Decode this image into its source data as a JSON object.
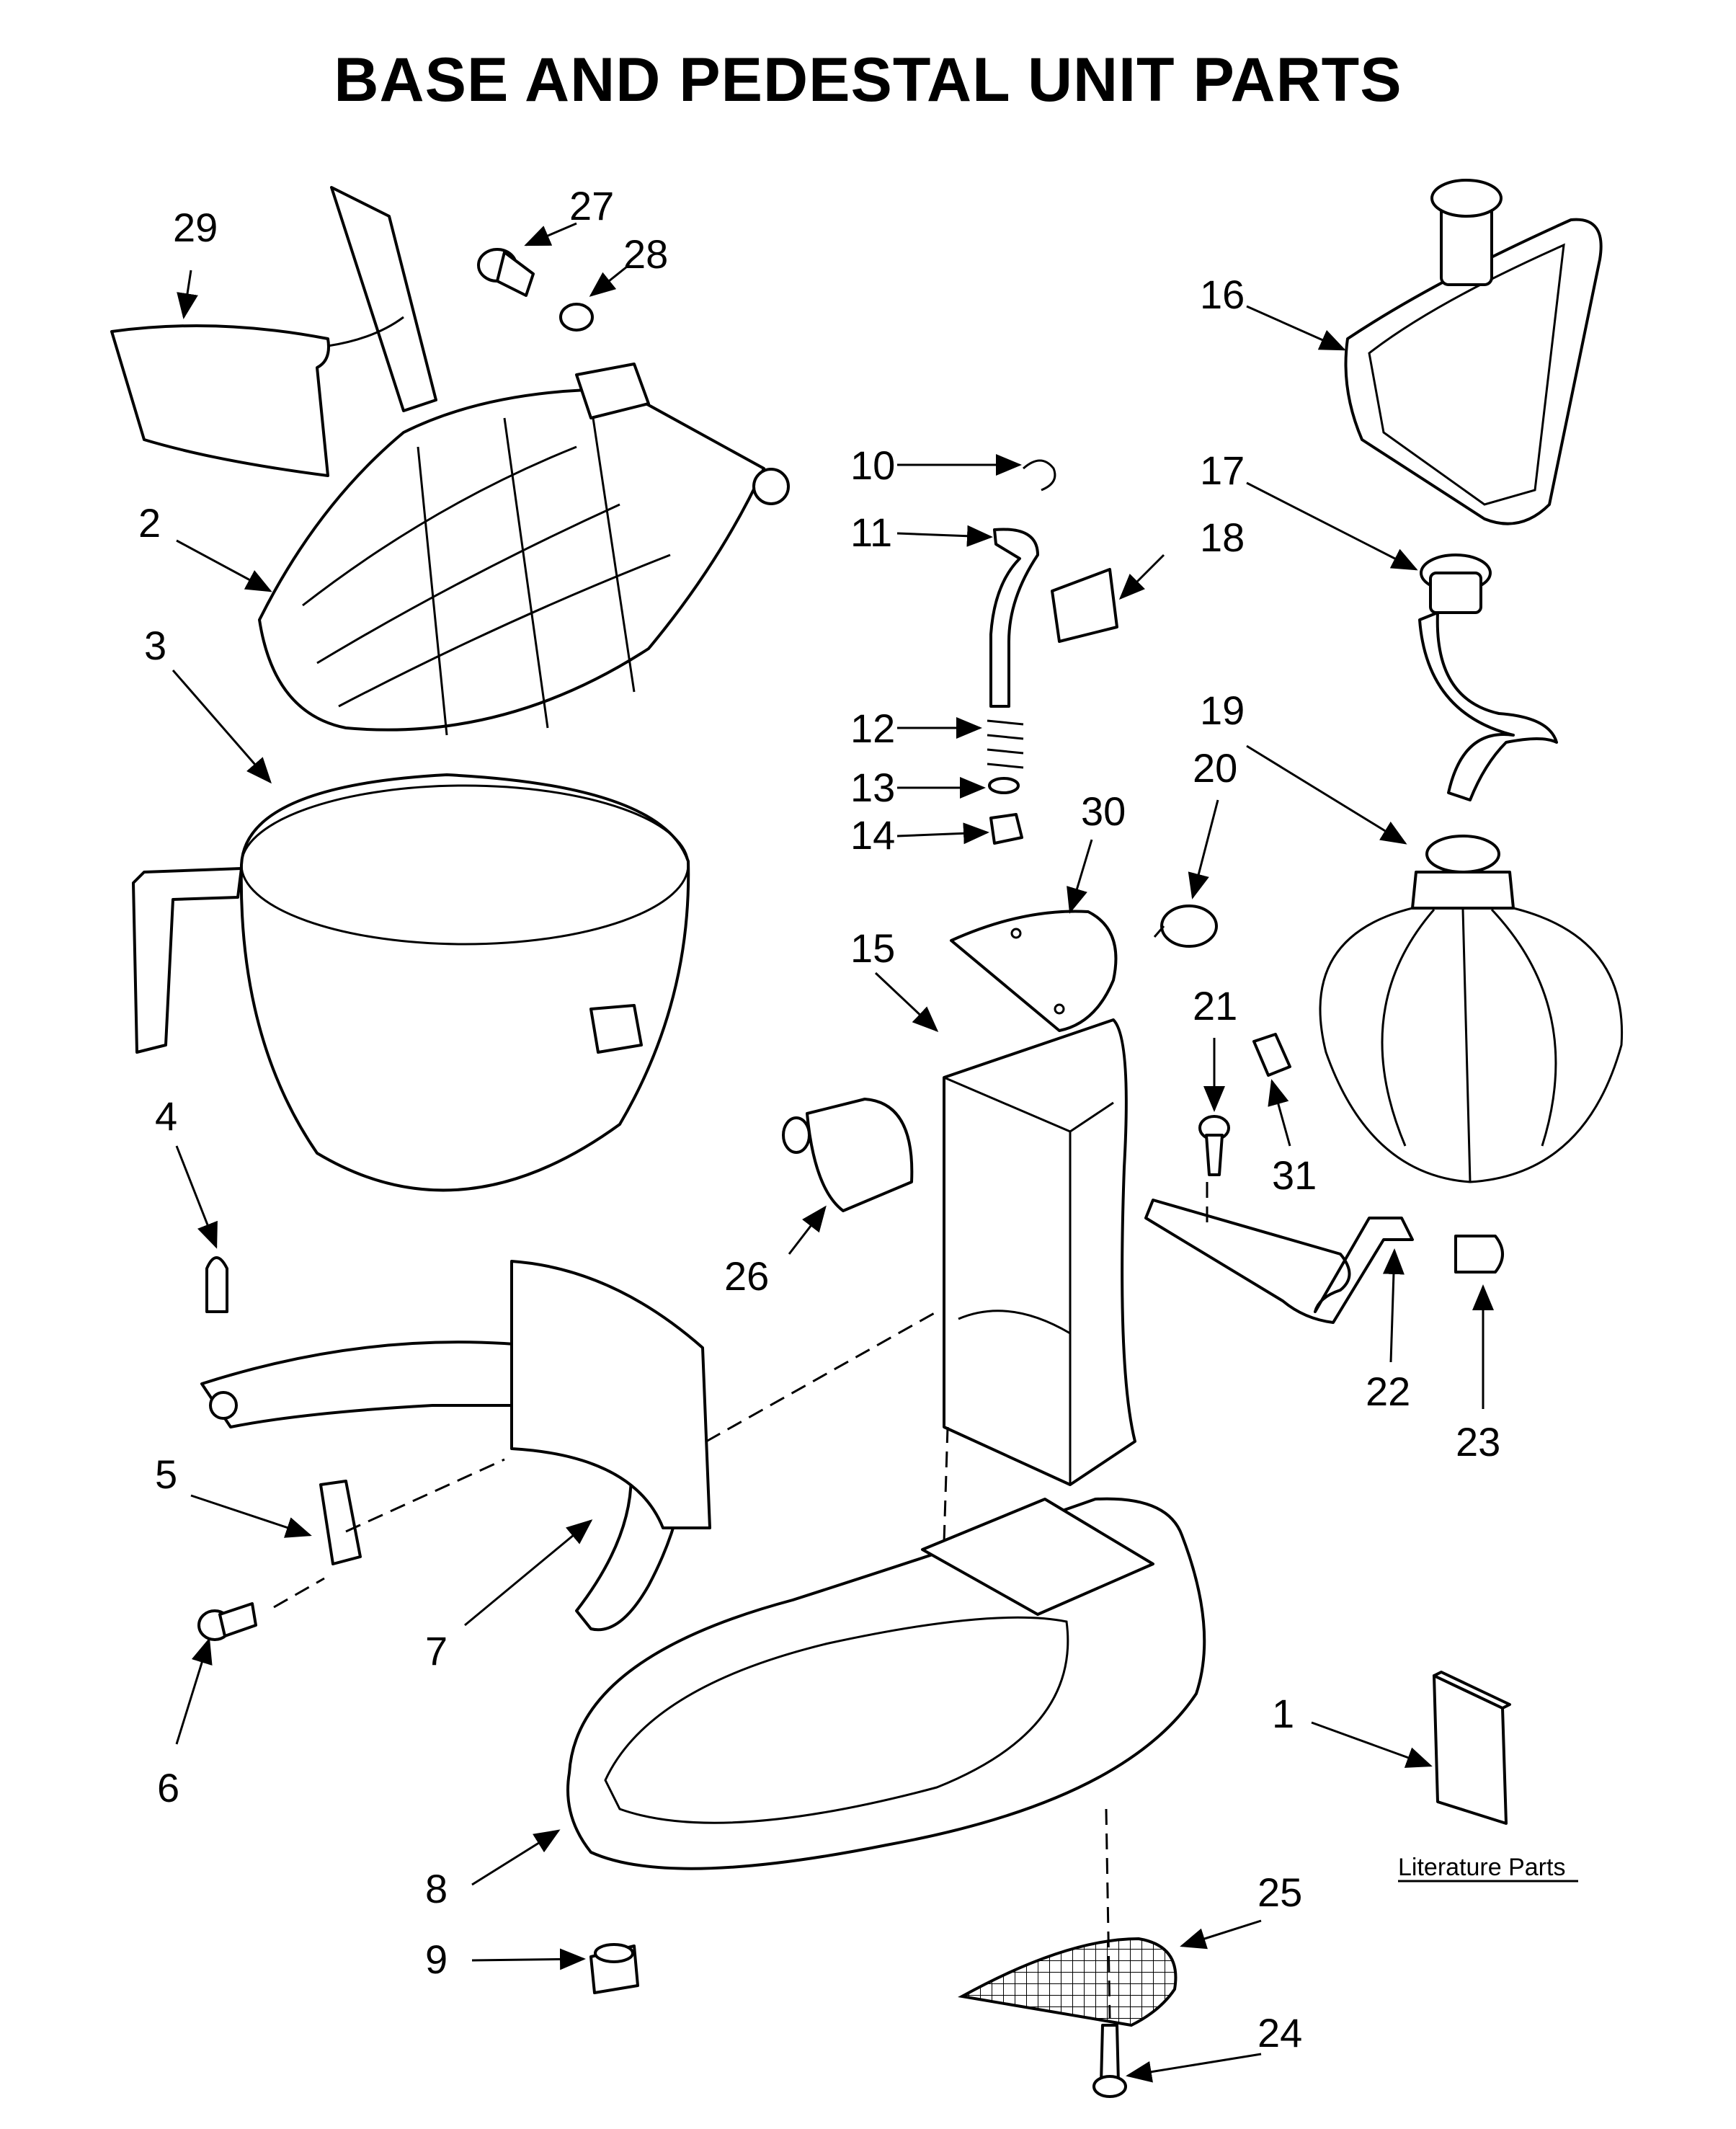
{
  "title": "BASE AND PEDESTAL UNIT PARTS",
  "literature_label": "Literature Parts",
  "callouts": [
    "1",
    "2",
    "3",
    "4",
    "5",
    "6",
    "7",
    "8",
    "9",
    "10",
    "11",
    "12",
    "13",
    "14",
    "15",
    "16",
    "17",
    "18",
    "19",
    "20",
    "21",
    "22",
    "23",
    "24",
    "25",
    "26",
    "27",
    "28",
    "29",
    "30",
    "31"
  ]
}
